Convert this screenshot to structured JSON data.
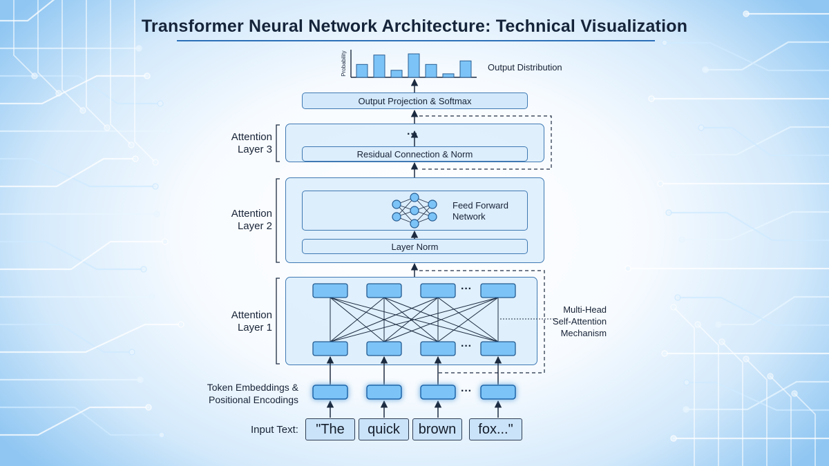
{
  "title": "Transformer Neural Network Architecture: Technical Visualization",
  "output": {
    "distribution_label": "Output Distribution",
    "histogram_axis_label": "Probability",
    "histogram_values": [
      0.55,
      0.95,
      0.3,
      1.0,
      0.55,
      0.15,
      0.7
    ],
    "projection_label": "Output Projection & Softmax"
  },
  "layer3": {
    "label_line1": "Attention",
    "label_line2": "Layer 3",
    "ellipsis": "···",
    "residual_label": "Residual Connection & Norm"
  },
  "layer2": {
    "label_line1": "Attention",
    "label_line2": "Layer 2",
    "ffn_line1": "Feed Forward",
    "ffn_line2": "Network",
    "norm_label": "Layer Norm"
  },
  "layer1": {
    "label_line1": "Attention",
    "label_line2": "Layer 1",
    "mechanism_line1": "Multi-Head",
    "mechanism_line2": "Self-Attention",
    "mechanism_line3": "Mechanism",
    "ellipsis": "···"
  },
  "embeddings": {
    "label_line1": "Token Embeddings &",
    "label_line2": "Positional Encodings",
    "ellipsis": "···"
  },
  "input": {
    "label": "Input Text:",
    "tokens": [
      "\"The",
      "quick",
      "brown",
      "fox...\""
    ]
  },
  "colors": {
    "accent": "#2b6fb8",
    "node_fill": "#7cc4f7",
    "panel_fill": "#d3e9fb",
    "line": "#1d2b40"
  }
}
